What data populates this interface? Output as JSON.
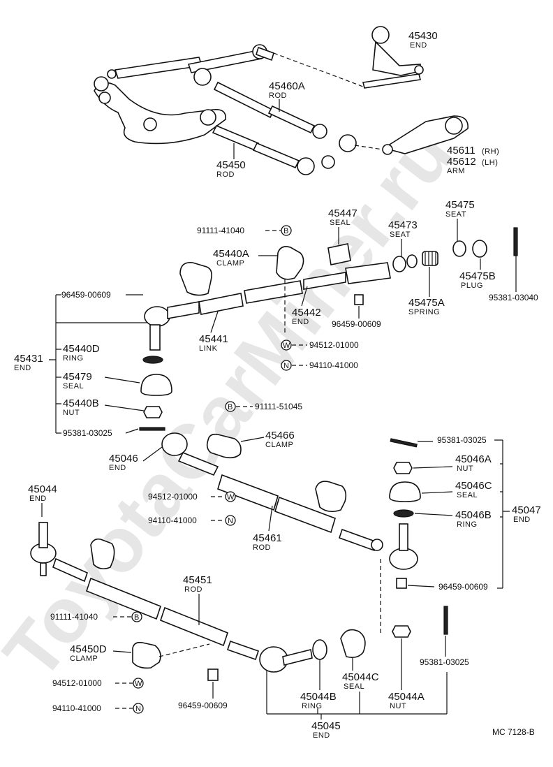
{
  "watermark": "ToyotaCarMiner.ru",
  "footer": {
    "code": "MC  7128-B"
  },
  "labels": {
    "p45430": {
      "num": "45430",
      "name": "END"
    },
    "p45460A": {
      "num": "45460A",
      "name": "ROD"
    },
    "p45611": {
      "num": "45611",
      "suffix": "(RH)"
    },
    "p45612": {
      "num": "45612",
      "suffix": "(LH)",
      "name": "ARM"
    },
    "p45450": {
      "num": "45450",
      "name": "ROD"
    },
    "p91111_41040a": {
      "num": "91111-41040",
      "badge": "B"
    },
    "p45440A": {
      "num": "45440A",
      "name": "CLAMP"
    },
    "p45447": {
      "num": "45447",
      "name": "SEAL"
    },
    "p45475": {
      "num": "45475",
      "name": "SEAT"
    },
    "p45473": {
      "num": "45473",
      "name": "SEAT"
    },
    "p45475B": {
      "num": "45475B",
      "name": "PLUG"
    },
    "p95381_03040": {
      "num": "95381-03040"
    },
    "p45475A": {
      "num": "45475A",
      "name": "SPRING"
    },
    "p96459_00609a": {
      "num": "96459-00609"
    },
    "p45442": {
      "num": "45442",
      "name": "END"
    },
    "p96459_00609b": {
      "num": "96459-00609"
    },
    "p45441": {
      "num": "45441",
      "name": "LINK"
    },
    "p45431": {
      "num": "45431",
      "name": "END"
    },
    "p45440D": {
      "num": "45440D",
      "name": "RING"
    },
    "p94512_01000a": {
      "num": "94512-01000",
      "badge": "W"
    },
    "p94110_41000a": {
      "num": "94110-41000",
      "badge": "N"
    },
    "p45479": {
      "num": "45479",
      "name": "SEAL"
    },
    "p45440B": {
      "num": "45440B",
      "name": "NUT"
    },
    "p91111_51045": {
      "num": "91111-51045",
      "badge": "B"
    },
    "p95381_03025a": {
      "num": "95381-03025"
    },
    "p45466": {
      "num": "45466",
      "name": "CLAMP"
    },
    "p95381_03025b": {
      "num": "95381-03025"
    },
    "p45046": {
      "num": "45046",
      "name": "END"
    },
    "p45046A": {
      "num": "45046A",
      "name": "NUT"
    },
    "p45046C": {
      "num": "45046C",
      "name": "SEAL"
    },
    "p45047": {
      "num": "45047",
      "name": "END"
    },
    "p45046B": {
      "num": "45046B",
      "name": "RING"
    },
    "p45044": {
      "num": "45044",
      "name": "END"
    },
    "p94512_01000b": {
      "num": "94512-01000",
      "badge": "W"
    },
    "p94110_41000b": {
      "num": "94110-41000",
      "badge": "N"
    },
    "p45461": {
      "num": "45461",
      "name": "ROD"
    },
    "p96459_00609c": {
      "num": "96459-00609"
    },
    "p45451": {
      "num": "45451",
      "name": "ROD"
    },
    "p91111_41040b": {
      "num": "91111-41040",
      "badge": "B"
    },
    "p45450D": {
      "num": "45450D",
      "name": "CLAMP"
    },
    "p94512_01000c": {
      "num": "94512-01000",
      "badge": "W"
    },
    "p94110_41000c": {
      "num": "94110-41000",
      "badge": "N"
    },
    "p96459_00609d": {
      "num": "96459-00609"
    },
    "p45044B": {
      "num": "45044B",
      "name": "RING"
    },
    "p45044C": {
      "num": "45044C",
      "name": "SEAL"
    },
    "p45044A": {
      "num": "45044A",
      "name": "NUT"
    },
    "p95381_03025c": {
      "num": "95381-03025"
    },
    "p45045": {
      "num": "45045",
      "name": "END"
    }
  }
}
